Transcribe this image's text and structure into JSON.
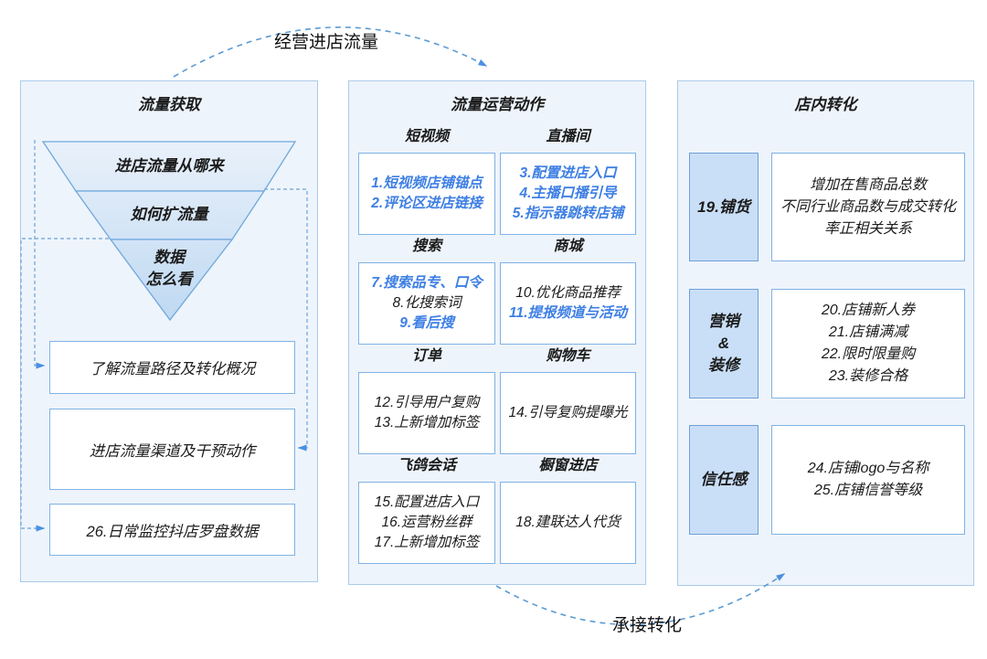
{
  "arrows": {
    "top_label": "经营进店流量",
    "bottom_label": "承接转化"
  },
  "colors": {
    "accent_blue": "#3E7FE4",
    "dashed_blue": "#5B9BD5",
    "panel_bg": "#EEF4FB",
    "panel_border": "#A9CBEA",
    "box_border": "#7FB2E5",
    "label_fill": "#C9DFF7"
  },
  "left_panel": {
    "title": "流量获取",
    "funnel_levels": [
      "进店流量从哪来",
      "如何扩流量",
      "数据\n怎么看"
    ],
    "boxes": [
      "了解流量路径及转化概况",
      "进店流量渠道及干预动作",
      "26.日常监控抖店罗盘数据"
    ]
  },
  "middle_panel": {
    "title": "流量运营动作",
    "sections": [
      {
        "header": "短视频",
        "items": [
          {
            "text": "1.短视频店铺锚点",
            "em": true
          },
          {
            "text": "2.评论区进店链接",
            "em": true
          }
        ]
      },
      {
        "header": "直播间",
        "items": [
          {
            "text": "3.配置进店入口",
            "em": true
          },
          {
            "text": "4.主播口播引导",
            "em": true
          },
          {
            "text": "5.指示器跳转店铺",
            "em": true
          }
        ]
      },
      {
        "header": "搜索",
        "items": [
          {
            "text": "7.搜索品专、口令",
            "em": true
          },
          {
            "text": "8.化搜索词",
            "em": false
          },
          {
            "text": "9.看后搜",
            "em": true
          }
        ]
      },
      {
        "header": "商城",
        "items": [
          {
            "text": "10.优化商品推荐",
            "em": false
          },
          {
            "text": "11.提报频道与活动",
            "em": true
          }
        ]
      },
      {
        "header": "订单",
        "items": [
          {
            "text": "12.引导用户复购",
            "em": false
          },
          {
            "text": "13.上新增加标签",
            "em": false
          }
        ]
      },
      {
        "header": "购物车",
        "items": [
          {
            "text": "14.引导复购提曝光",
            "em": false
          }
        ]
      },
      {
        "header": "飞鸽会话",
        "items": [
          {
            "text": "15.配置进店入口",
            "em": false
          },
          {
            "text": "16.运营粉丝群",
            "em": false
          },
          {
            "text": "17.上新增加标签",
            "em": false
          }
        ]
      },
      {
        "header": "橱窗进店",
        "items": [
          {
            "text": "18.建联达人代货",
            "em": false
          }
        ]
      }
    ]
  },
  "right_panel": {
    "title": "店内转化",
    "rows": [
      {
        "label": "19.铺货",
        "lines": [
          "增加在售商品总数",
          "不同行业商品数与成交转化率正相关关系"
        ]
      },
      {
        "label": "营销\n&\n装修",
        "lines": [
          "20.店铺新人券",
          "21.店铺满减",
          "22.限时限量购",
          "23.装修合格"
        ]
      },
      {
        "label": "信任感",
        "lines": [
          "24.店铺logo与名称",
          "25.店铺信誉等级"
        ]
      }
    ]
  }
}
